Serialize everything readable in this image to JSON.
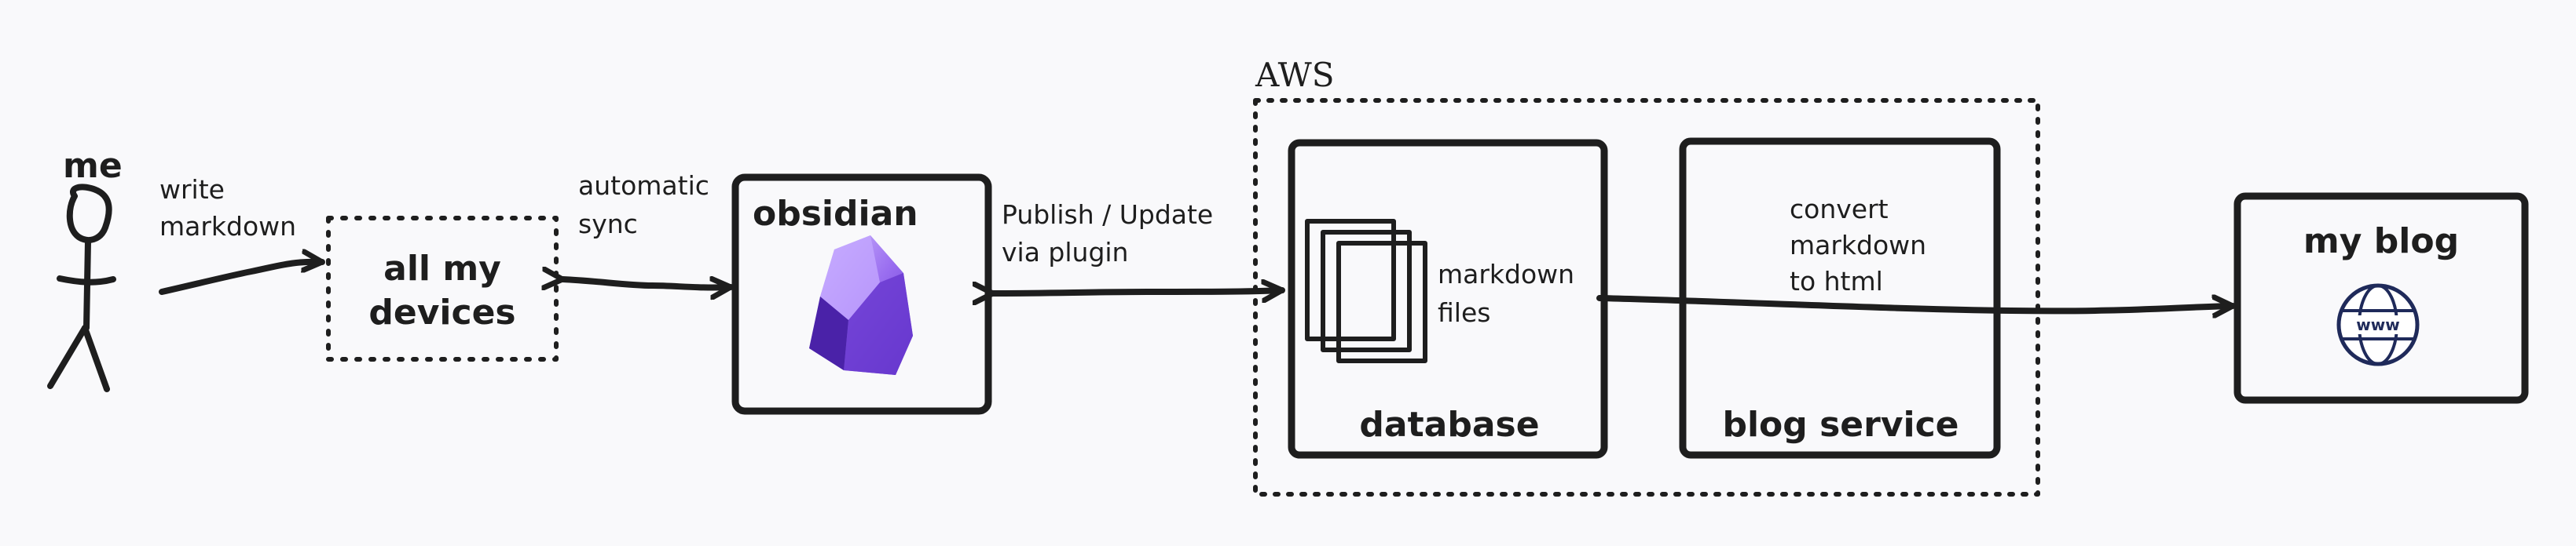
{
  "person_label": "me",
  "edge_write": [
    "write",
    "markdown"
  ],
  "devices_label": [
    "all my",
    "devices"
  ],
  "edge_sync": [
    "automatic",
    "sync"
  ],
  "obsidian_label": "obsidian",
  "edge_publish": [
    "Publish / Update",
    "via plugin"
  ],
  "aws_label": "AWS",
  "files_label": [
    "markdown",
    "files"
  ],
  "database_label": "database",
  "service_note": [
    "convert",
    "markdown",
    "to html"
  ],
  "service_label": "blog service",
  "blog_label": "my blog",
  "globe_text": "www",
  "colors": {
    "ink": "#1e1e1e",
    "background": "#f9f9fb",
    "obsidian_purple": "#7c4ddb",
    "globe_navy": "#1f2a5a"
  }
}
